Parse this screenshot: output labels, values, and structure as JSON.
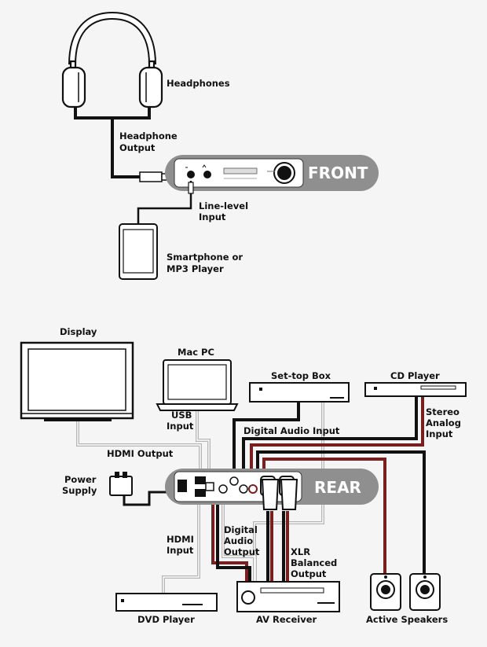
{
  "labels": {
    "headphones": "Headphones",
    "headphone_output_1": "Headphone",
    "headphone_output_2": "Output",
    "front": "FRONT",
    "line_level_1": "Line-level",
    "line_level_2": "Input",
    "smartphone_1": "Smartphone or",
    "smartphone_2": "MP3 Player",
    "display": "Display",
    "mac_pc": "Mac PC",
    "usb_input_1": "USB",
    "usb_input_2": "Input",
    "set_top_box": "Set-top Box",
    "cd_player": "CD Player",
    "stereo_analog_1": "Stereo",
    "stereo_analog_2": "Analog",
    "stereo_analog_3": "Input",
    "digital_audio_input": "Digital Audio Input",
    "hdmi_output": "HDMI Output",
    "power_supply_1": "Power",
    "power_supply_2": "Supply",
    "rear": "REAR",
    "hdmi_input_1": "HDMI",
    "hdmi_input_2": "Input",
    "digital_audio_output_1": "Digital",
    "digital_audio_output_2": "Audio",
    "digital_audio_output_3": "Output",
    "xlr_1": "XLR",
    "xlr_2": "Balanced",
    "xlr_3": "Output",
    "dvd_player": "DVD Player",
    "av_receiver": "AV Receiver",
    "active_speakers": "Active Speakers"
  },
  "colors": {
    "cable_black": "#111111",
    "cable_red": "#7a1f1f",
    "cable_grey": "#b5b5b5",
    "panel_grey": "#8f8f8f",
    "background": "#f5f5f5"
  }
}
